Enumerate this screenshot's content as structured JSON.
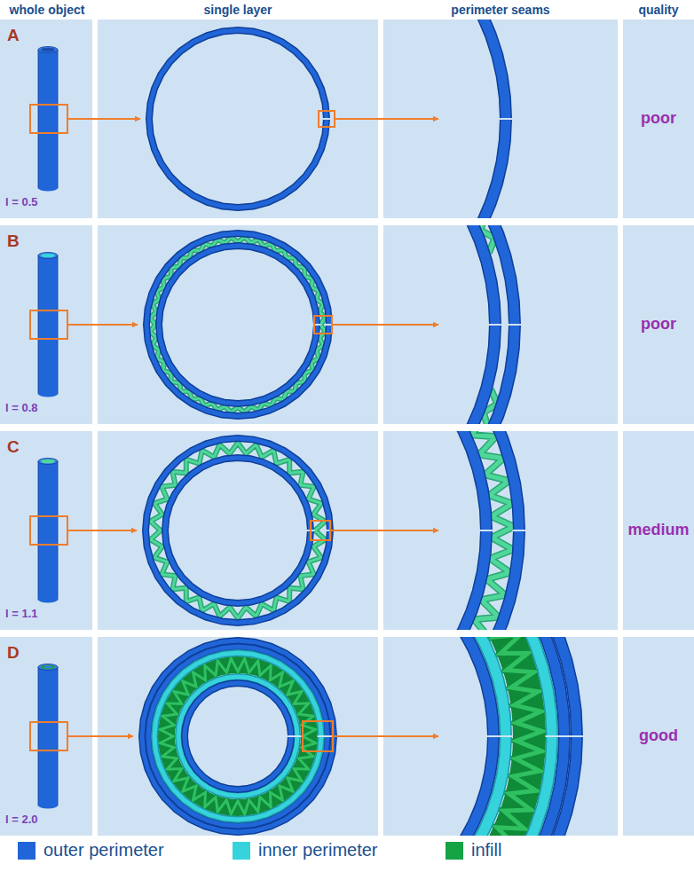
{
  "diagram": {
    "labels": [
      "whole object",
      "single layer",
      "perimeter seams",
      "quality",
      "A",
      "l = 0.5",
      "poor",
      "B",
      "l = 0.8",
      "poor",
      "C",
      "l = 1.1",
      "medium",
      "D",
      "l = 2.0",
      "good"
    ],
    "legend": [
      {
        "text": "outer perimeter",
        "color": "#2166d9"
      },
      {
        "text": "inner perimeter",
        "color": "#36d3dc"
      },
      {
        "text": "infill",
        "color": "#16a346"
      }
    ]
  }
}
